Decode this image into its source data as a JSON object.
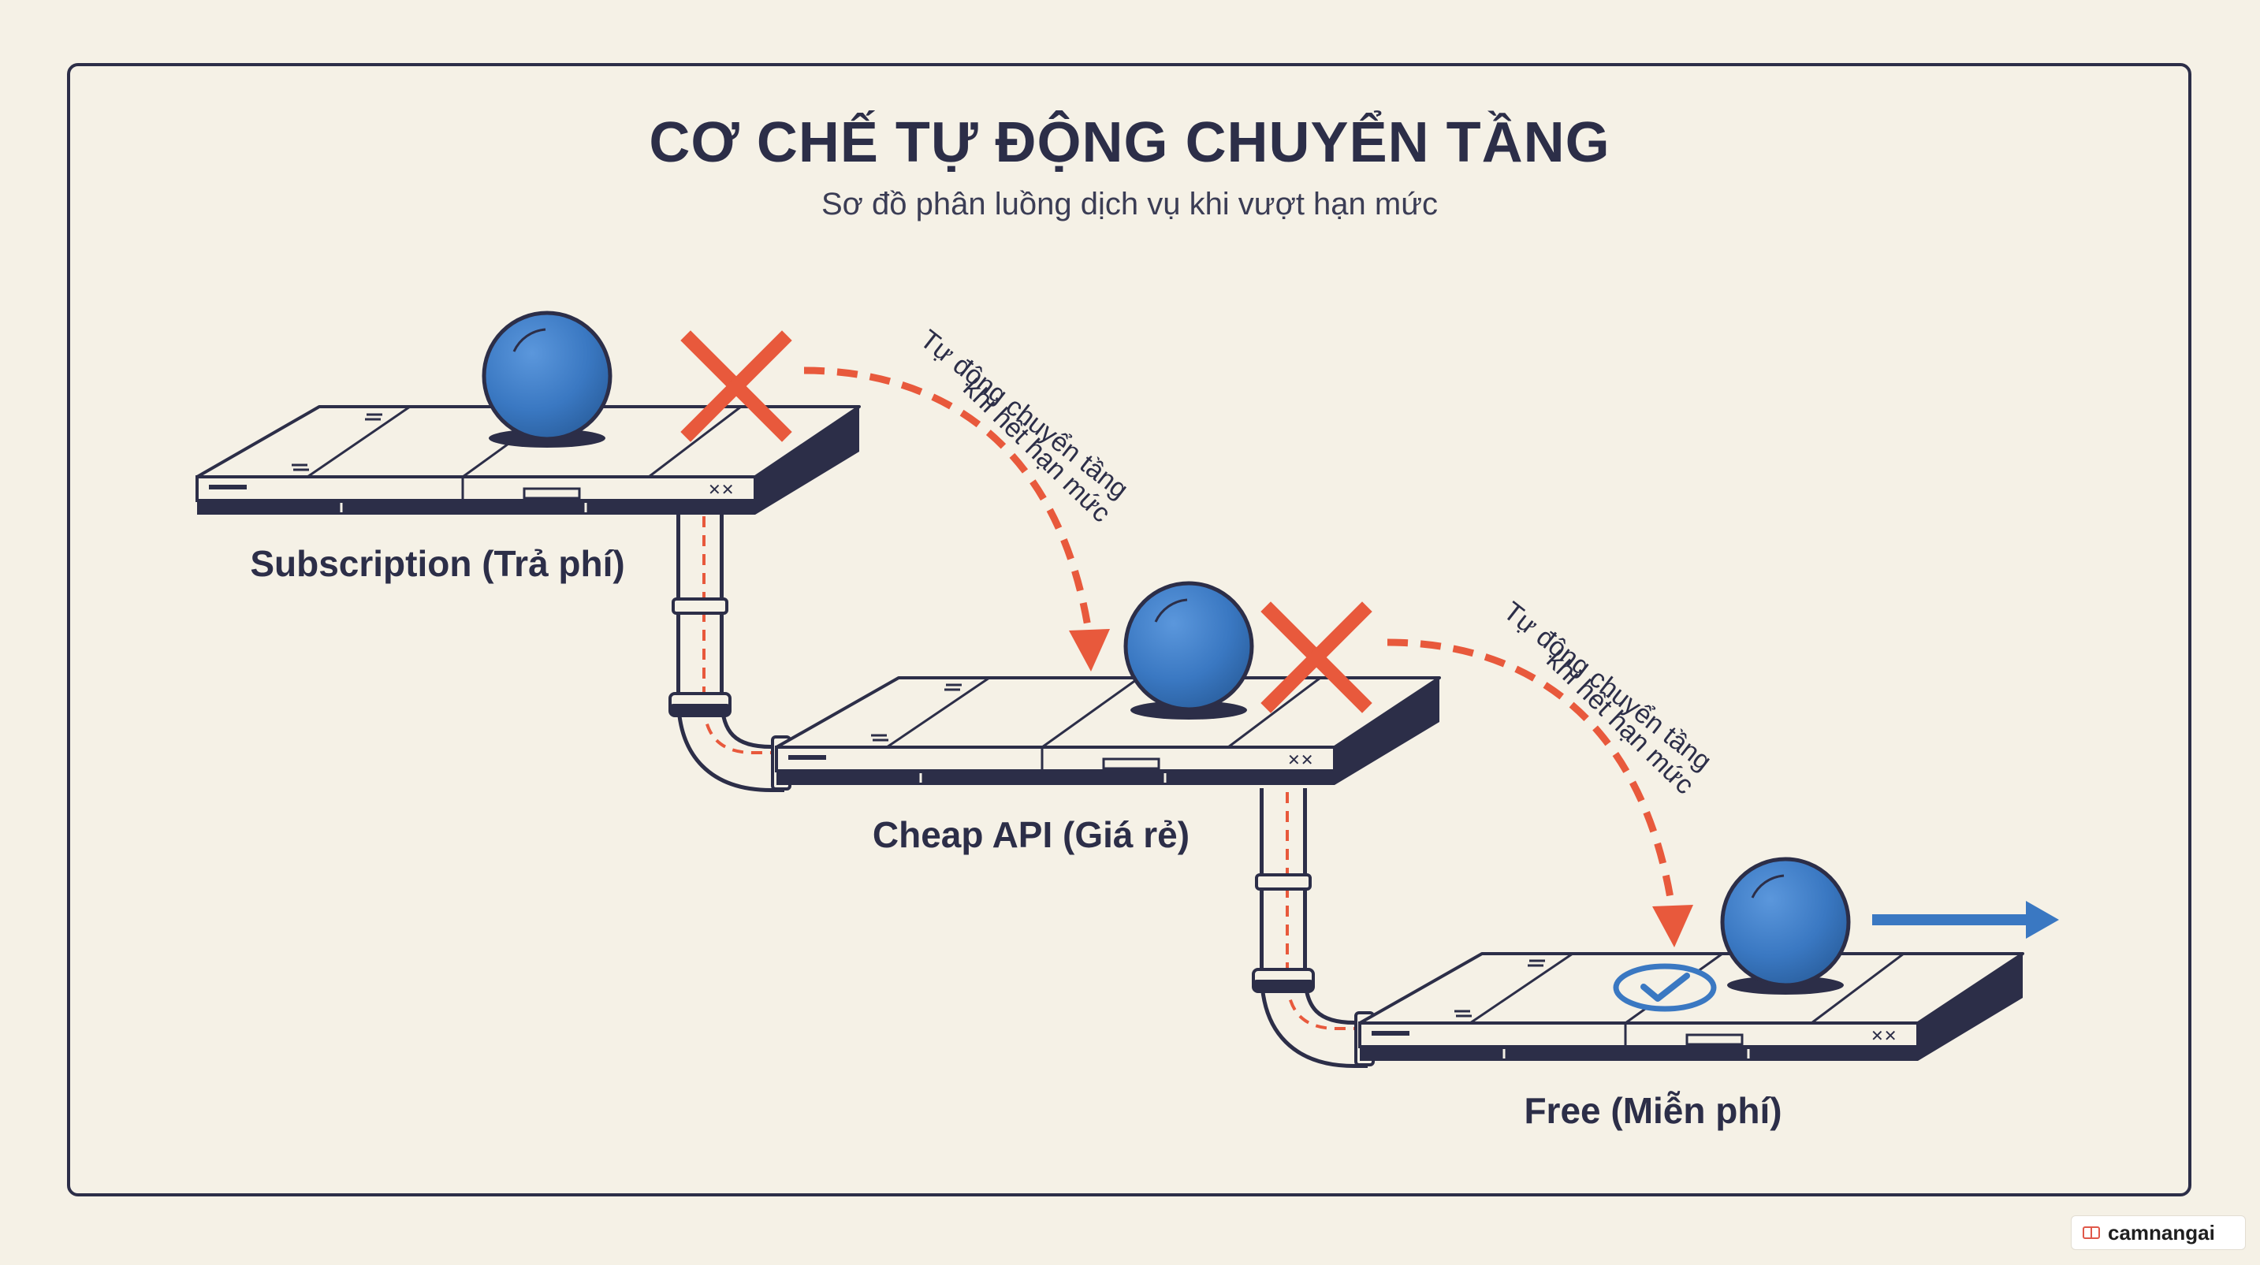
{
  "title": "CƠ CHẾ TỰ ĐỘNG CHUYỂN TẦNG",
  "subtitle": "Sơ đồ phân luồng dịch vụ khi vượt hạn mức",
  "tiers": [
    {
      "label": "Subscription (Trả phí)",
      "status": "blocked"
    },
    {
      "label": "Cheap API (Giá rẻ)",
      "status": "blocked"
    },
    {
      "label": "Free (Miễn phí)",
      "status": "active"
    }
  ],
  "transitions": [
    {
      "line1": "Tự động chuyển tầng",
      "line2": "khi hết hạn mức"
    },
    {
      "line1": "Tự động chuyển tầng",
      "line2": "khi hết hạn mức"
    }
  ],
  "watermark": "camnangai",
  "colors": {
    "background": "#f5f1e6",
    "ink": "#2c2e48",
    "ball": "#3a78c2",
    "blocked": "#e8593c",
    "dashed_path": "#e8593c",
    "output_arrow": "#3a78c2"
  },
  "icons": [
    "cross-icon",
    "check-icon",
    "ball-icon",
    "arrow-right-icon"
  ]
}
